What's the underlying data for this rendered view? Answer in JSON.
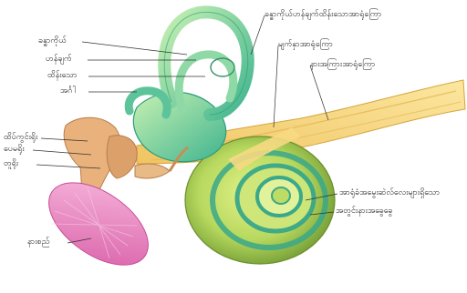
{
  "labels": {
    "semicircular_canals": "ခန္ဓာကိုယ်",
    "vestibular_nerve": "ဟန်ချက်",
    "utricle": "ထိန်းသော",
    "ampulla": "အင်္ဂါ",
    "vestibular_nerve_right": "ခန္ဓာကိုယ်ဟန်ချက်ထိန်းသောအာရုံကြော",
    "facial_nerve": "မျက်နှာအာရုံကြော",
    "cochlear_nerve": "နားအကြားအာရုံကြော",
    "malleus": "ထိပ်ကွင်းရိုး",
    "incus": "ပေမရိုး",
    "stapes": "တူရိုး",
    "cochlea": "အာရုံခံအမွေးဆဲလ်လေးများရှိသော",
    "round_window": "အတွင်းနားအခွေခွေ",
    "eardrum": "နားစည်"
  }
}
